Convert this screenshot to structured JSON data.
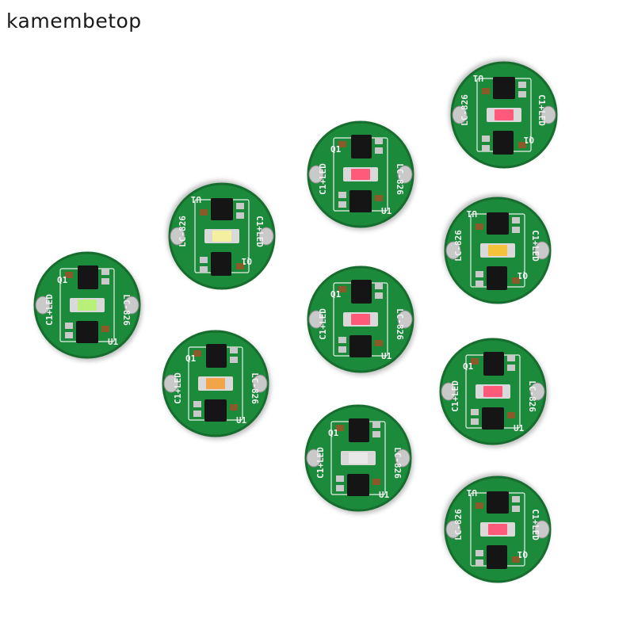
{
  "watermark": {
    "text": "kamembetop"
  },
  "board_print": {
    "model": "LC-826",
    "led_label": "C1+LED",
    "q_label": "Q1",
    "u_label": "U1"
  },
  "colors": {
    "background": "#ffffff",
    "pcb_green": "#1f8a3b",
    "pcb_edge": "#176d2e",
    "chip": "#151515",
    "pad": "#c9c9c9"
  },
  "boards": [
    {
      "led_color": "#b8f07a"
    },
    {
      "led_color": "#f4f0a0"
    },
    {
      "led_color": "#f2a44a"
    },
    {
      "led_color": "#ff5a7a"
    },
    {
      "led_color": "#ff5a7a"
    },
    {
      "led_color": "#e8e8e8"
    },
    {
      "led_color": "#ff5a7a"
    },
    {
      "led_color": "#f6c23a"
    },
    {
      "led_color": "#ff5a7a"
    },
    {
      "led_color": "#ff5a7a"
    }
  ]
}
